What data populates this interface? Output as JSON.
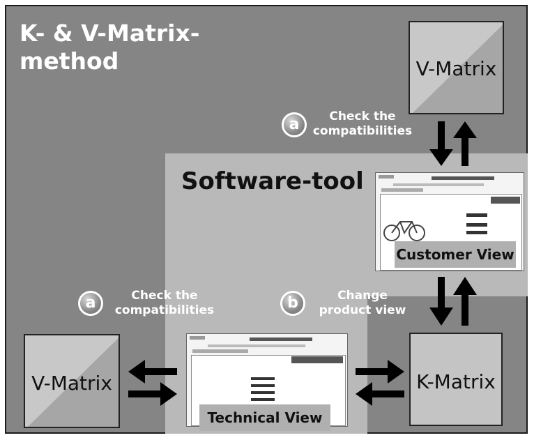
{
  "title_lines": [
    "K- & V-Matrix-",
    "method"
  ],
  "software_title": "Software-tool",
  "matrices": {
    "top_right": "V-Matrix",
    "bottom_left": "V-Matrix",
    "bottom_right": "K-Matrix"
  },
  "annotations": {
    "top": {
      "marker": "a",
      "line1": "Check the",
      "line2": "compatibilities"
    },
    "left": {
      "marker": "a",
      "line1": "Check the",
      "line2": "compatibilities"
    },
    "middle": {
      "marker": "b",
      "line1": "Change",
      "line2": "product view"
    }
  },
  "views": {
    "customer": "Customer View",
    "technical": "Technical View"
  },
  "colors": {
    "background": "#858585",
    "software_region": "#b9b9b9",
    "matrix_light": "#c8c8c8",
    "matrix_dark": "#a6a6a6",
    "arrow": "#000000"
  }
}
